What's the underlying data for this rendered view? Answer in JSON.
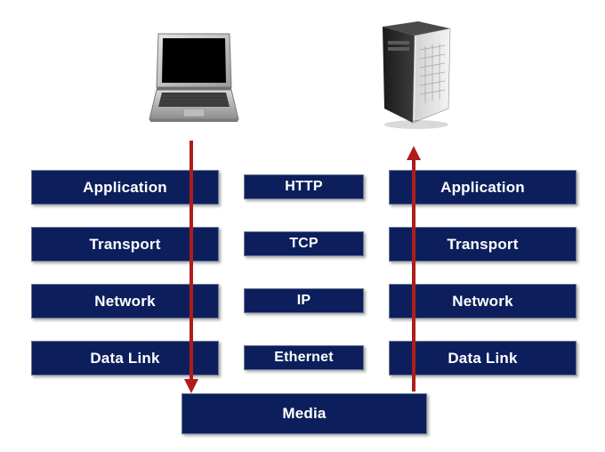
{
  "client_stack": {
    "layers": [
      "Application",
      "Transport",
      "Network",
      "Data Link"
    ]
  },
  "protocols": {
    "items": [
      "HTTP",
      "TCP",
      "IP",
      "Ethernet"
    ]
  },
  "server_stack": {
    "layers": [
      "Application",
      "Transport",
      "Network",
      "Data Link"
    ]
  },
  "media": {
    "label": "Media"
  },
  "icons": {
    "client": "laptop-icon",
    "server": "server-tower-icon"
  },
  "colors": {
    "box_fill": "#0c1f5c",
    "arrow": "#b01c1c"
  }
}
